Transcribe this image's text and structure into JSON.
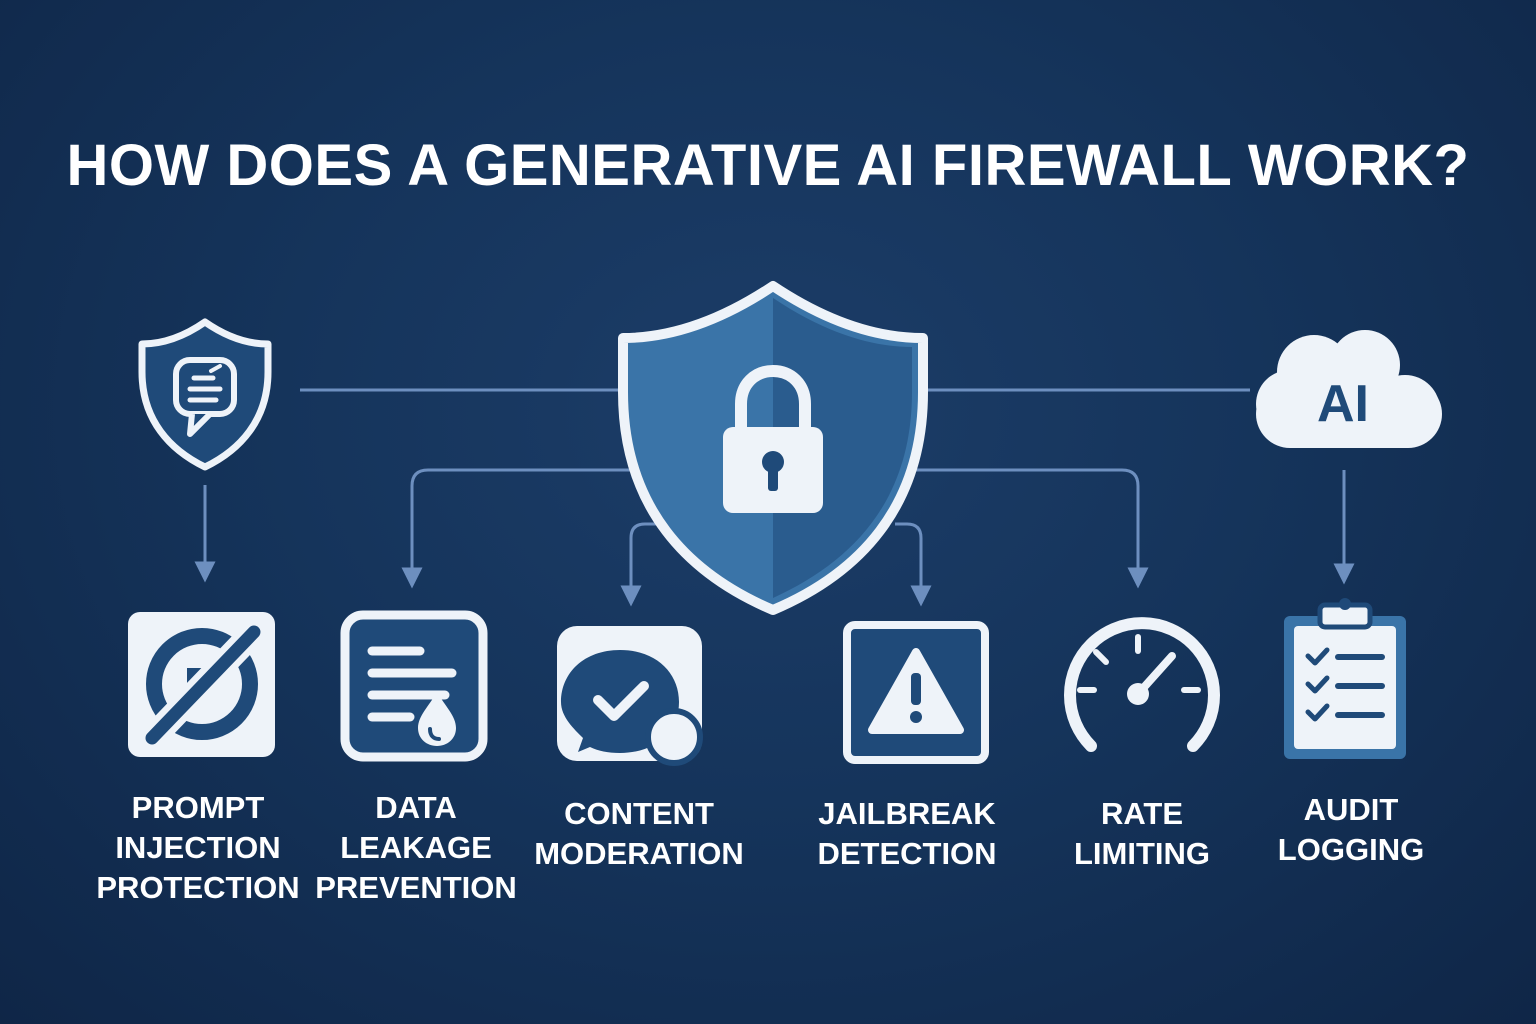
{
  "title": "HOW DOES A GENERATIVE AI FIREWALL WORK?",
  "cloud": {
    "text": "AI"
  },
  "colors": {
    "background": "#15345b",
    "accent": "#3a74a8",
    "connector": "#6d8fbf",
    "icon_light": "#eef3f9"
  },
  "icons": {
    "input": "chat-shield-icon",
    "core": "shield-lock-icon",
    "model": "ai-cloud-icon"
  },
  "features": [
    {
      "icon": "no-injection-icon",
      "lines": [
        "PROMPT",
        "INJECTION",
        "PROTECTION"
      ]
    },
    {
      "icon": "document-drop-icon",
      "lines": [
        "DATA",
        "LEAKAGE",
        "PREVENTION"
      ]
    },
    {
      "icon": "chat-check-icon",
      "lines": [
        "CONTENT",
        "MODERATION"
      ]
    },
    {
      "icon": "warning-icon",
      "lines": [
        "JAILBREAK",
        "DETECTION"
      ]
    },
    {
      "icon": "gauge-icon",
      "lines": [
        "RATE",
        "LIMITING"
      ]
    },
    {
      "icon": "clipboard-checklist-icon",
      "lines": [
        "AUDIT",
        "LOGGING"
      ]
    }
  ]
}
